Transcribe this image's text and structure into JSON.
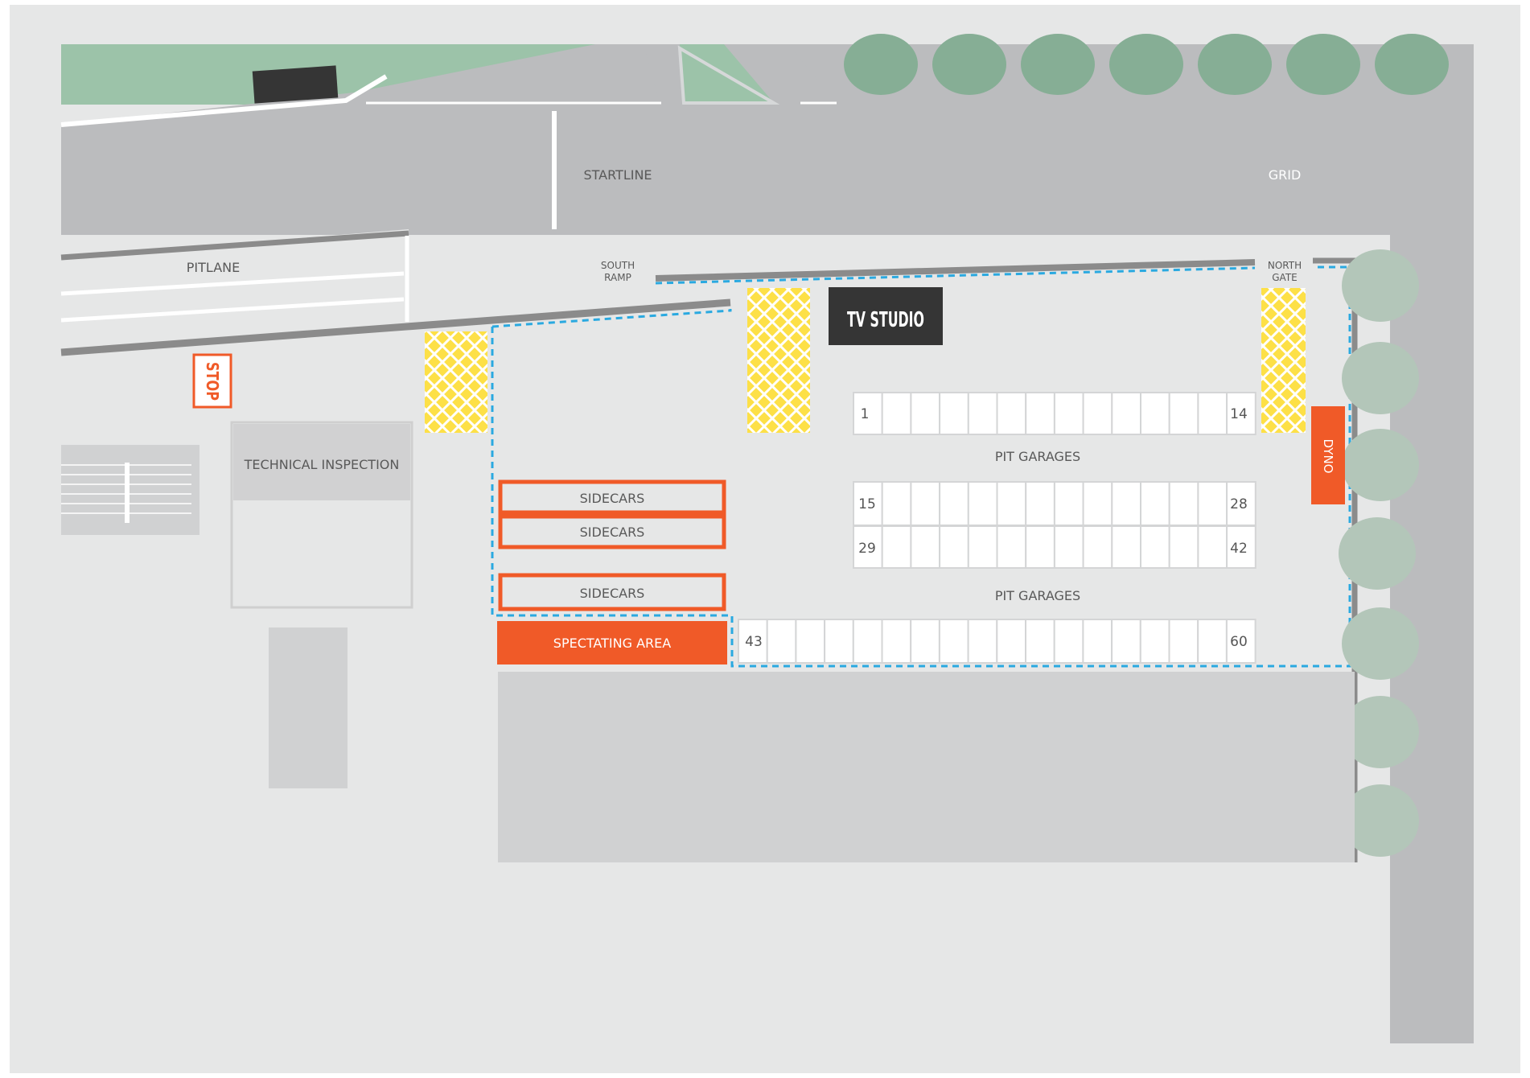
{
  "map": {
    "labels": {
      "startline": "STARTLINE",
      "grid": "GRID",
      "pitlane": "PITLANE",
      "south_ramp_1": "SOUTH",
      "south_ramp_2": "RAMP",
      "north_gate_1": "NORTH",
      "north_gate_2": "GATE",
      "tv_studio": "TV STUDIO",
      "stop": "STOP",
      "technical_inspection": "TECHNICAL INSPECTION",
      "sidecars_1": "SIDECARS",
      "sidecars_2": "SIDECARS",
      "sidecars_3": "SIDECARS",
      "spectating_area": "SPECTATING AREA",
      "pit_garages_1": "PIT GARAGES",
      "pit_garages_2": "PIT GARAGES",
      "dyno": "DYNO"
    },
    "garage_numbers": {
      "row1_start": "1",
      "row1_end": "14",
      "row2_start": "15",
      "row2_end": "28",
      "row3_start": "29",
      "row3_end": "42",
      "row4_start": "43",
      "row4_end": "60"
    },
    "colors": {
      "frame": "#e6e7e7",
      "ground": "#e6e7e7",
      "track": "#bbbcbe",
      "grass": "#9cc3a9",
      "tree": "#86ae95",
      "side_tree": "#b3c6b9",
      "orange": "#f05a28",
      "yellow": "#fde047",
      "dark": "#353535",
      "blue_dash": "#2aa9e0",
      "paddock_block": "#d0d1d2",
      "inspection": "#d1d1d2"
    }
  }
}
